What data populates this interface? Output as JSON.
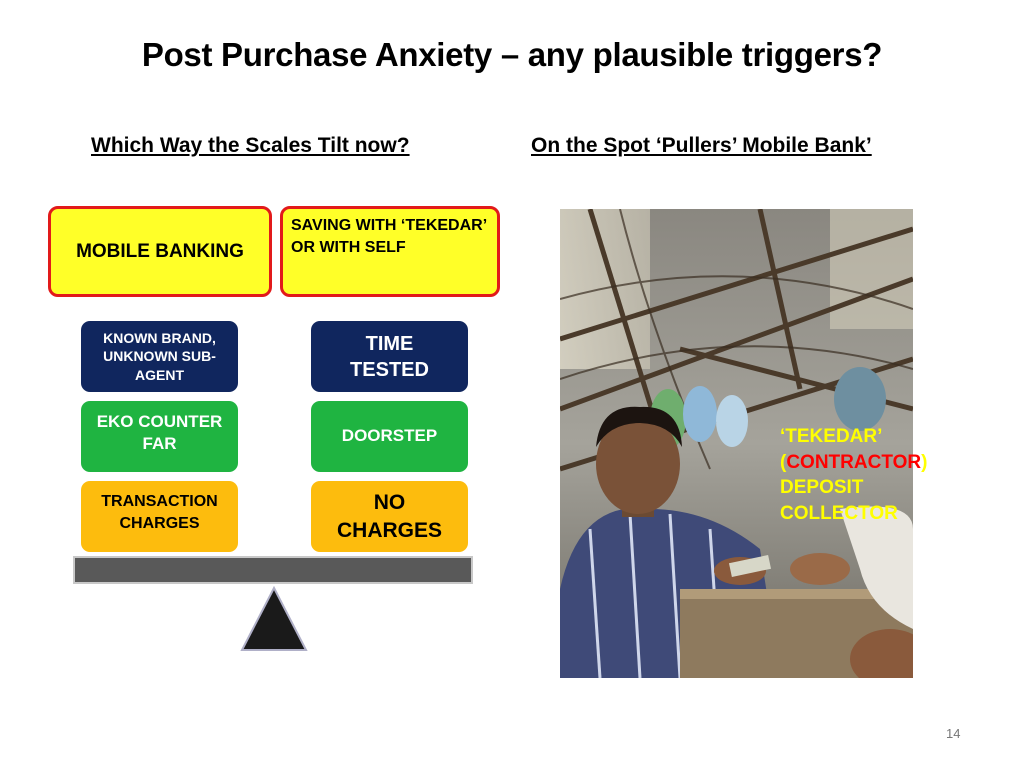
{
  "title": "Post Purchase Anxiety – any plausible triggers?",
  "left_heading": "Which Way the Scales Tilt now?",
  "right_heading": "On the Spot ‘Pullers’ Mobile Bank’",
  "pans": {
    "left": "MOBILE BANKING",
    "right": "SAVING WITH ‘TEKEDAR’ OR WITH SELF"
  },
  "left_items": [
    "KNOWN BRAND, UNKNOWN SUB-AGENT",
    "EKO COUNTER FAR",
    "TRANSACTION CHARGES"
  ],
  "right_items": [
    "TIME TESTED",
    "DOORSTEP",
    "NO CHARGES"
  ],
  "caption": {
    "line1": "‘TEKEDAR’",
    "open_paren": "(",
    "contractor": "CONTRACTOR",
    "close_paren": ")",
    "line3": "DEPOSIT",
    "line4": "COLLECTOR"
  },
  "page_number": "14",
  "colors": {
    "pan_fill": "#ffff28",
    "pan_border": "#e21a1a",
    "navy": "#10265e",
    "green": "#1fb441",
    "gold": "#fdbc0d",
    "caption_yellow": "#ffff00",
    "caption_red": "#ff0000"
  }
}
